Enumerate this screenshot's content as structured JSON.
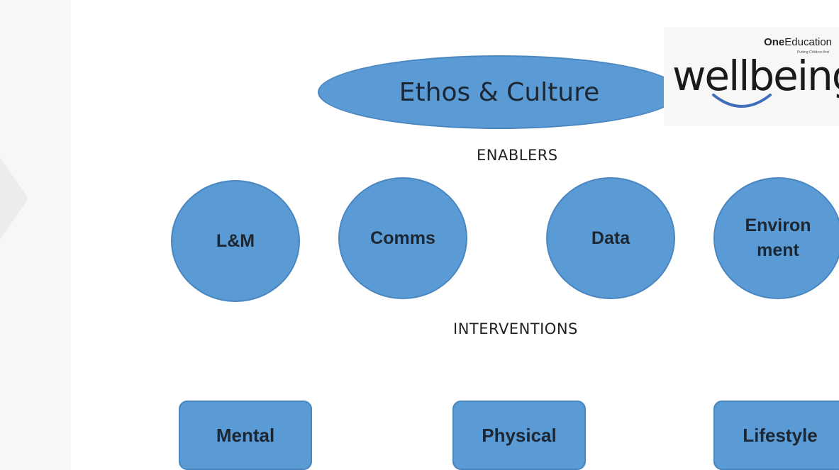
{
  "top": {
    "ethos": "Ethos & Culture"
  },
  "labels": {
    "enablers": "ENABLERS",
    "interventions": "INTERVENTIONS"
  },
  "enablers": [
    {
      "label": "L&M"
    },
    {
      "label": "Comms"
    },
    {
      "label": "Data"
    },
    {
      "label": "Environ ment"
    }
  ],
  "interventions": [
    {
      "label": "Mental"
    },
    {
      "label": "Physical"
    },
    {
      "label": "Lifestyle"
    }
  ],
  "logo": {
    "brand_bold": "One",
    "brand_rest": "Education",
    "tagline": "Putting Children first",
    "word": "wellbeing"
  },
  "colors": {
    "shape_fill": "#5b9bd5",
    "shape_border": "#4a86bf",
    "text_dark": "#1c2733"
  }
}
